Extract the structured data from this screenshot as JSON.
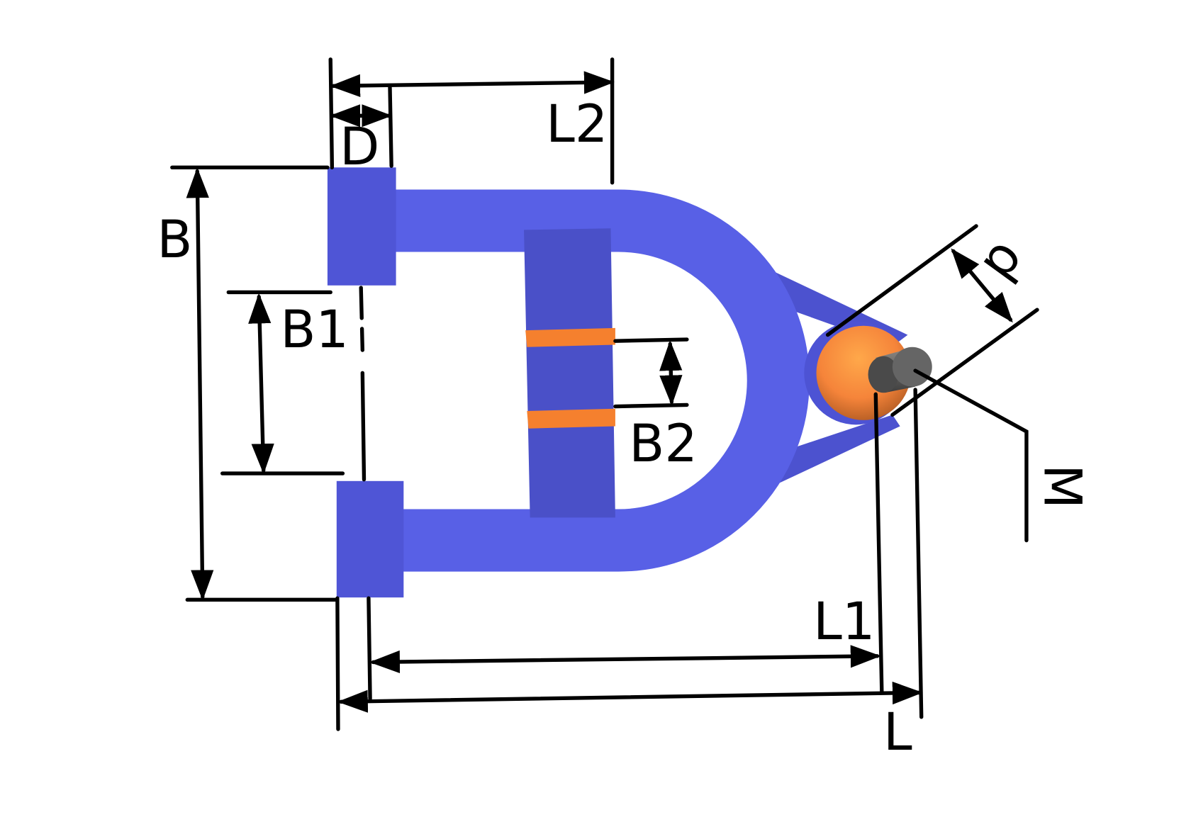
{
  "diagram": {
    "labels": {
      "L2": "L2",
      "D": "D",
      "B": "B",
      "B1": "B1",
      "B2": "B2",
      "d": "d",
      "M": "M",
      "L1": "L1",
      "L": "L"
    },
    "colors": {
      "body": "#5158d8",
      "body_light": "#5d64f0",
      "stripe": "#f5802e",
      "ball": "#f68a35",
      "pin": "#5a5a5a",
      "line": "#000000"
    }
  }
}
